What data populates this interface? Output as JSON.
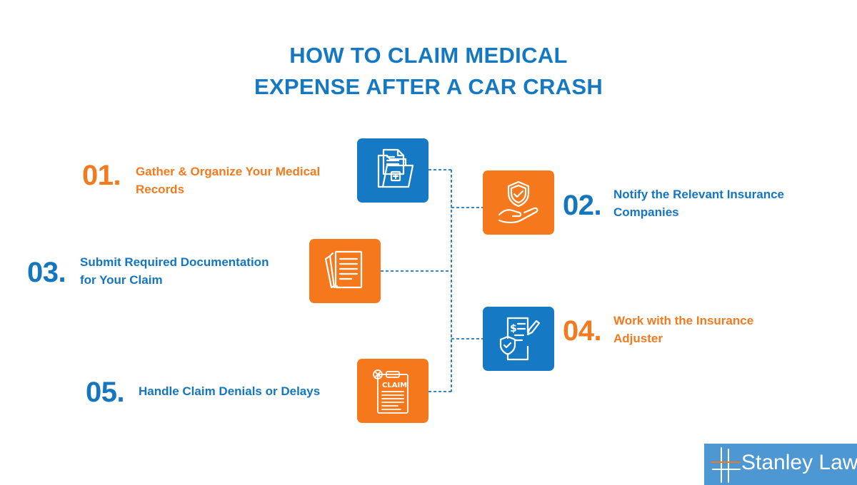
{
  "title": {
    "line1": "HOW TO CLAIM MEDICAL",
    "line2": "EXPENSE AFTER A CAR CRASH"
  },
  "steps": [
    {
      "number": "01.",
      "label_line1": "Gather & Organize Your Medical",
      "label_line2": "Records",
      "icon": "medical-folder-icon",
      "box_color": "#1579c4",
      "text_color": "#f47a1f"
    },
    {
      "number": "02.",
      "label_line1": "Notify the Relevant Insurance",
      "label_line2": "Companies",
      "icon": "insurance-hand-shield-icon",
      "box_color": "#f6781d",
      "text_color": "#1476c0"
    },
    {
      "number": "03.",
      "label_line1": "Submit Required Documentation",
      "label_line2": "for Your Claim",
      "icon": "documents-stack-icon",
      "box_color": "#f6781d",
      "text_color": "#1476c0"
    },
    {
      "number": "04.",
      "label_line1": "Work with the Insurance",
      "label_line2": "Adjuster",
      "icon": "policy-document-pen-icon",
      "box_color": "#1579c4",
      "text_color": "#f47a1f"
    },
    {
      "number": "05.",
      "label_line1": "Handle Claim Denials or Delays",
      "label_line2": "",
      "icon": "claim-clipboard-icon",
      "box_color": "#f6781d",
      "text_color": "#1476c0"
    }
  ],
  "logo": {
    "text": "Stanley Law",
    "background": "#4d97d3"
  },
  "colors": {
    "blue": "#1578c2",
    "orange": "#f47a1f",
    "connector": "#1578c2"
  }
}
